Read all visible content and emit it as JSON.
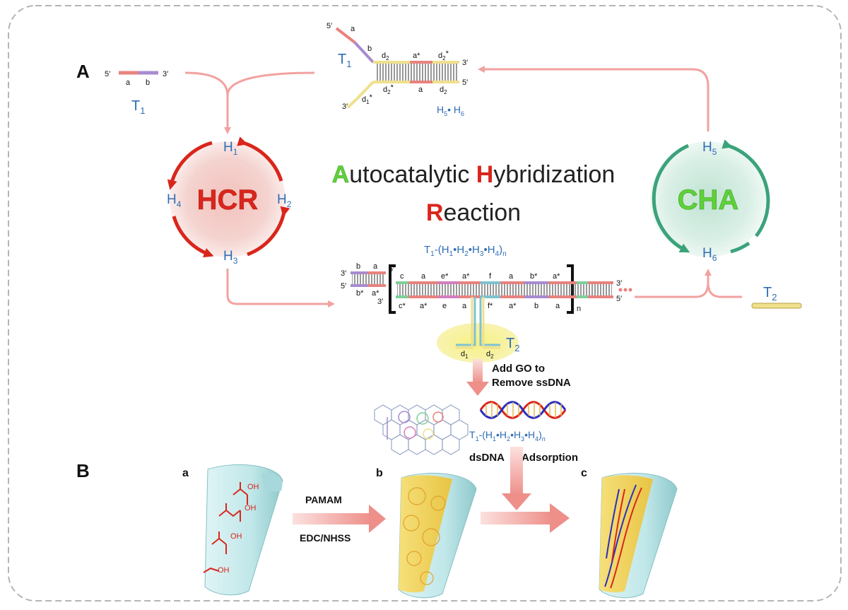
{
  "panels": {
    "A": "A",
    "B": "B"
  },
  "colors": {
    "hcr_red": "#d9261c",
    "cha_green": "#3ba37a",
    "label_blue": "#2f6db5",
    "flow_arrow_pink": "#f2a2a0",
    "initial_letter_green": "#5fd13a",
    "initial_letter_red": "#d9261c",
    "strand_pink": "#e8827e",
    "strand_purple": "#a78bd0",
    "strand_yellow": "#efe08c",
    "strand_teal": "#7fc3cf",
    "tube_outer": "#c7ebec",
    "tube_inner": "#f2d660"
  },
  "title": {
    "line1_initial": "A",
    "line1_rest": "utocatalytic ",
    "line1_initial2": "H",
    "line1_rest2": "ybridization",
    "line2_initial": "R",
    "line2_rest": "eaction"
  },
  "hcr": {
    "label": "HCR",
    "h1": "H",
    "h1_sub": "1",
    "h2": "H",
    "h2_sub": "2",
    "h3": "H",
    "h3_sub": "3",
    "h4": "H",
    "h4_sub": "4"
  },
  "cha": {
    "label": "CHA",
    "h5": "H",
    "h5_sub": "5",
    "h6": "H",
    "h6_sub": "6"
  },
  "t1": {
    "label": "T",
    "label_sub": "1",
    "end5": "5′",
    "end3": "3′",
    "seg_a": "a",
    "seg_b": "b"
  },
  "h5h6": {
    "label": "H",
    "label_sub1": "5",
    "dot": "• H",
    "label_sub2": "6",
    "t1_label": "T",
    "t1_sub": "1",
    "top5": "5′",
    "seg_a": "a",
    "seg_b": "b",
    "d2_top": "d",
    "d2_top_sub": "2",
    "astar_top": "a*",
    "d2star_top": "d",
    "d2star_top_sub": "2",
    "d2star_top_sup": "*",
    "end3_right": "3′",
    "end5_right": "5′",
    "d2star_bot": "d",
    "d2star_bot_sub": "2",
    "d2star_bot_sup": "*",
    "a_bot": "a",
    "d2_bot": "d",
    "d2_bot_sub": "2",
    "d1star": "d",
    "d1star_sub": "1",
    "d1star_sup": "*",
    "end3_bottom": "3′"
  },
  "product": {
    "label": "T",
    "label_sub": "1",
    "label_rest": "-(H",
    "s1": "1",
    "dot1": "•H",
    "s2": "2",
    "dot2": "•H",
    "s3": "3",
    "dot3": "•H",
    "s4": "4",
    "close": ")",
    "sn": "n",
    "left_top3": "3′",
    "left_bot5": "5′",
    "lb_b": "b",
    "lb_a": "a",
    "lb_bstar": "b*",
    "lb_astar": "a*",
    "lb_3": "3′",
    "lb_5": "5′",
    "top_labels": [
      "c",
      "a",
      "e*",
      "a*",
      "f",
      "a",
      "b*",
      "a*"
    ],
    "bottom_labels": [
      "c*",
      "a*",
      "e",
      "a",
      "f*",
      "a*",
      "b",
      "a"
    ],
    "n": "n",
    "right3": "3′",
    "right5": "5′",
    "d1": "d",
    "d1_sub": "1",
    "d2": "d",
    "d2_sub": "2",
    "t2": "T",
    "t2_sub": "2"
  },
  "t2": {
    "label": "T",
    "label_sub": "2"
  },
  "go_step": {
    "line1": "Add  GO to",
    "line2": "Remove ssDNA"
  },
  "dsdna": {
    "label": "T",
    "label_sub": "1",
    "label_rest": "-(H",
    "s1": "1",
    "dot1": "•H",
    "s2": "2",
    "dot2": "•H",
    "s3": "3",
    "dot3": "•H",
    "s4": "4",
    "close": ")",
    "sn": "n",
    "adsorb_left": "dsDNA",
    "adsorb_right": "Adsorption"
  },
  "panel_b": {
    "a": "a",
    "b": "b",
    "c": "c",
    "pamam": "PAMAM",
    "edc": "EDC/NHSS",
    "oh_labels": [
      "OH",
      "OH",
      "OH",
      "OH"
    ]
  }
}
